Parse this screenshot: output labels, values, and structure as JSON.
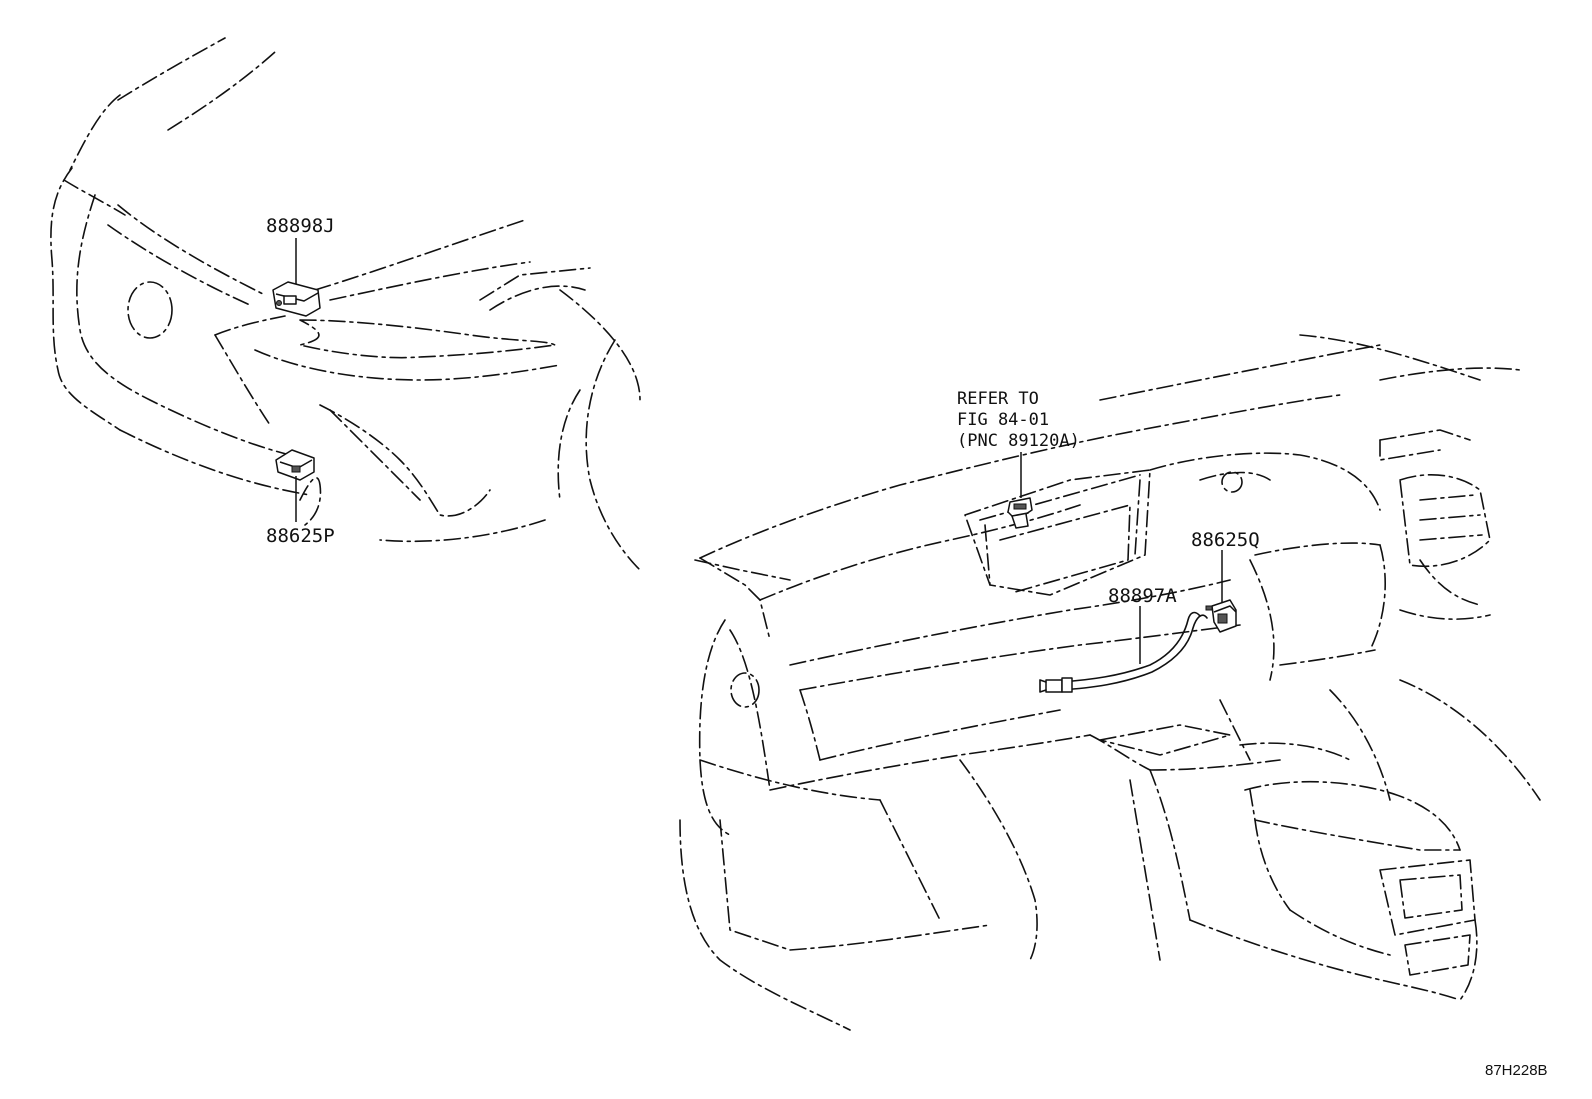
{
  "callouts": [
    {
      "id": "88898J",
      "text": "88898J"
    },
    {
      "id": "88625P",
      "text": "88625P"
    },
    {
      "id": "88625Q",
      "text": "88625Q"
    },
    {
      "id": "88897A",
      "text": "88897A"
    }
  ],
  "reference_note": {
    "line1": "REFER TO",
    "line2": "FIG 84-01",
    "line3": "(PNC 89120A)"
  },
  "illustration_code": "87H228B"
}
